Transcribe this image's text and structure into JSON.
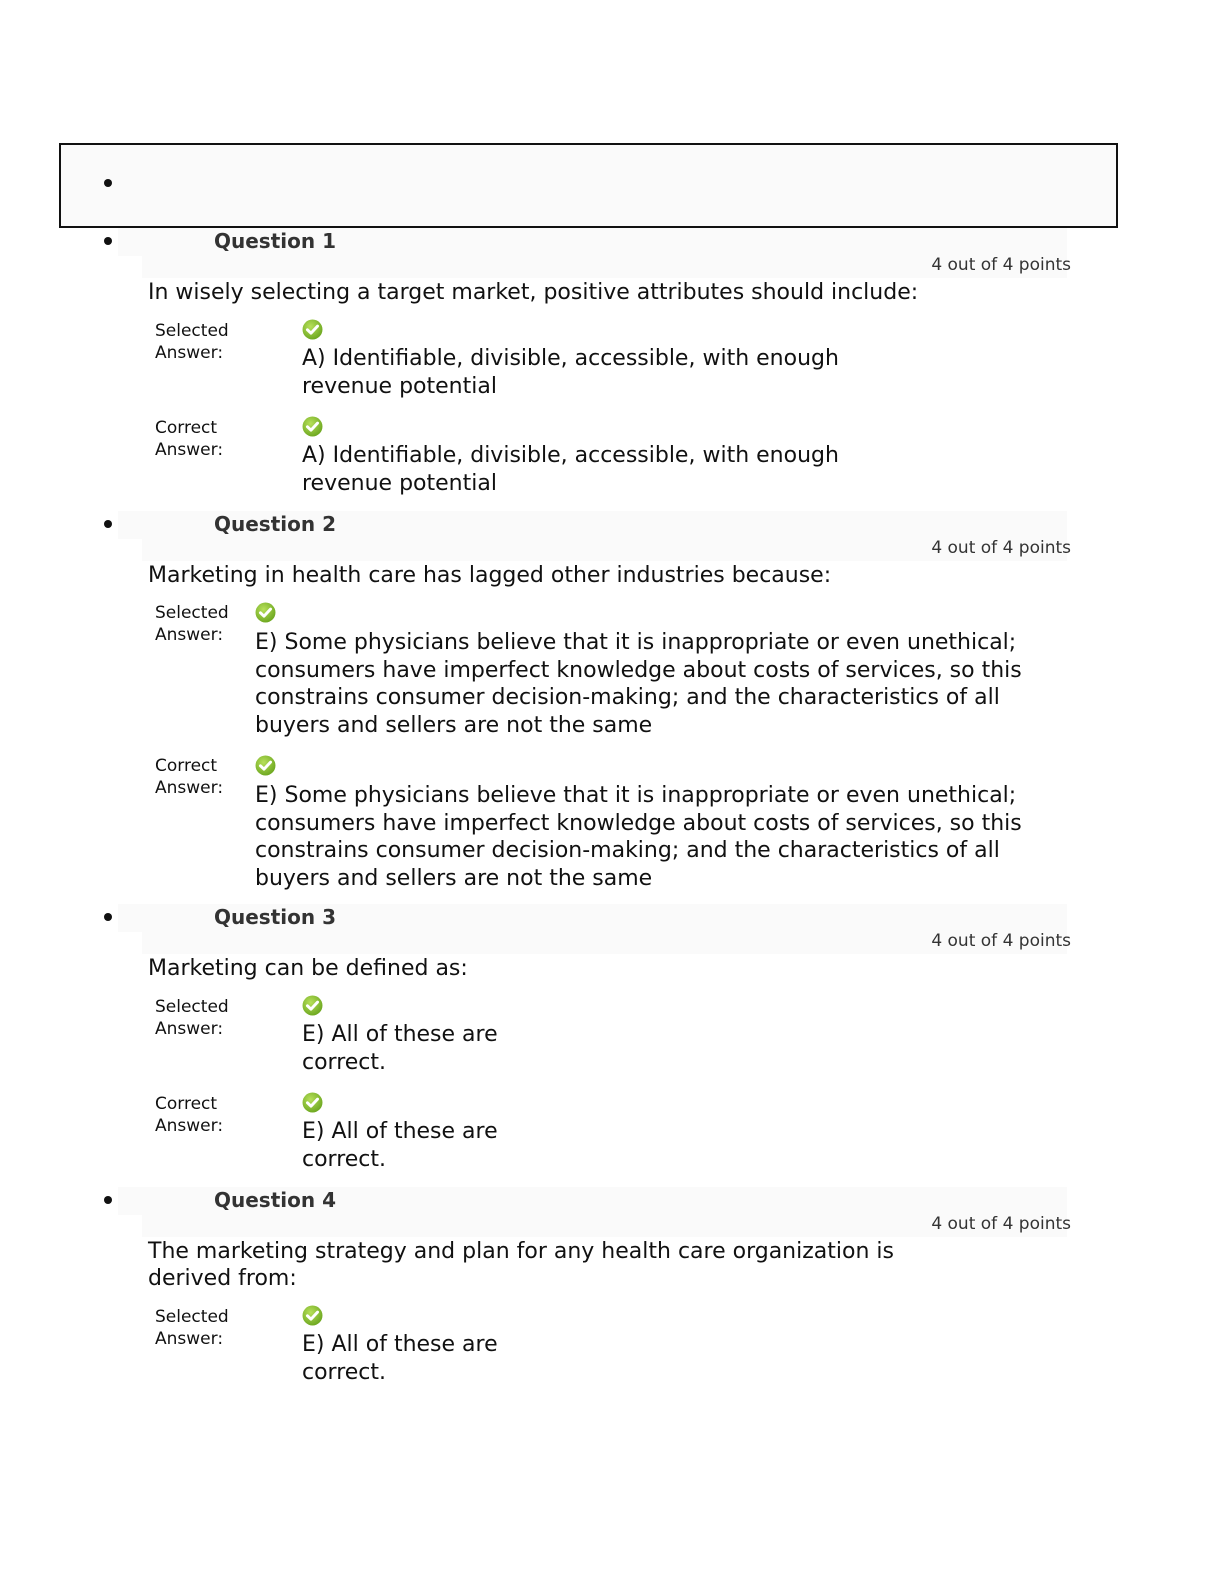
{
  "header_box": {
    "bullet": "•"
  },
  "labels": {
    "selected": [
      "Selected",
      "Answer:"
    ],
    "correct": [
      "Correct",
      "Answer:"
    ]
  },
  "icons": {
    "correct": "green-check-circle-icon",
    "accent": "#8cc63f"
  },
  "questions": [
    {
      "title": "Question 1",
      "points": "4 out of 4 points",
      "text": "In wisely selecting a target market, positive attributes should include:",
      "selected_answer": "A) Identifiable, divisible, accessible, with enough revenue potential",
      "correct_answer": "A) Identifiable, divisible, accessible, with enough revenue potential"
    },
    {
      "title": "Question 2",
      "points": "4 out of 4 points",
      "text": "Marketing in health care has lagged other industries because:",
      "selected_answer": "E) Some physicians believe that it is inappropriate or even unethical; consumers have imperfect knowledge about costs of services, so this constrains consumer decision-making; and the characteristics of all buyers and sellers are not the same",
      "correct_answer": "E) Some physicians believe that it is inappropriate or even unethical; consumers have imperfect knowledge about costs of services, so this constrains consumer decision-making; and the characteristics of all buyers and sellers are not the same"
    },
    {
      "title": "Question 3",
      "points": "4 out of 4 points",
      "text": "Marketing can be defined as:",
      "selected_answer": "E) All of these are correct.",
      "correct_answer": "E) All of these are correct."
    },
    {
      "title": "Question 4",
      "points": "4 out of 4 points",
      "text": "The marketing strategy and plan for any health care organization is derived from:",
      "selected_answer": "E) All of these are correct."
    }
  ]
}
